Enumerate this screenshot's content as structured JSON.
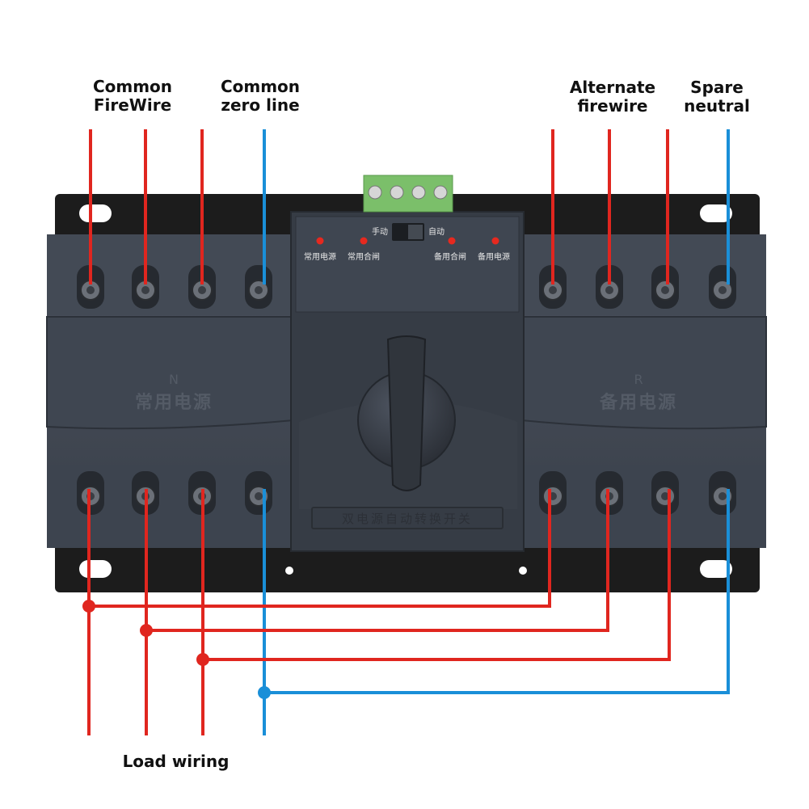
{
  "labels": {
    "common_firewire": [
      "Common",
      "FireWire"
    ],
    "common_zero_line": [
      "Common",
      "zero line"
    ],
    "alternate_firewire": [
      "Alternate",
      "firewire"
    ],
    "spare_neutral": [
      "Spare",
      "neutral"
    ],
    "load_wiring": "Load wiring"
  },
  "device": {
    "switch_manual": "手动",
    "switch_auto": "自动",
    "indicators": [
      "常用电源",
      "常用合闸",
      "备用合闸",
      "备用电源"
    ],
    "left_panel_letter": "N",
    "left_panel_title": "常用电源",
    "right_panel_letter": "R",
    "right_panel_title": "备用电源",
    "nameplate": "双电源自动转换开关"
  },
  "colors": {
    "live": "#e0261f",
    "neutral": "#1a8fd8",
    "body": "#3e4551",
    "body_dark": "#2f343d",
    "plate": "#1a1a1a",
    "connector": "#7bbf6a"
  }
}
